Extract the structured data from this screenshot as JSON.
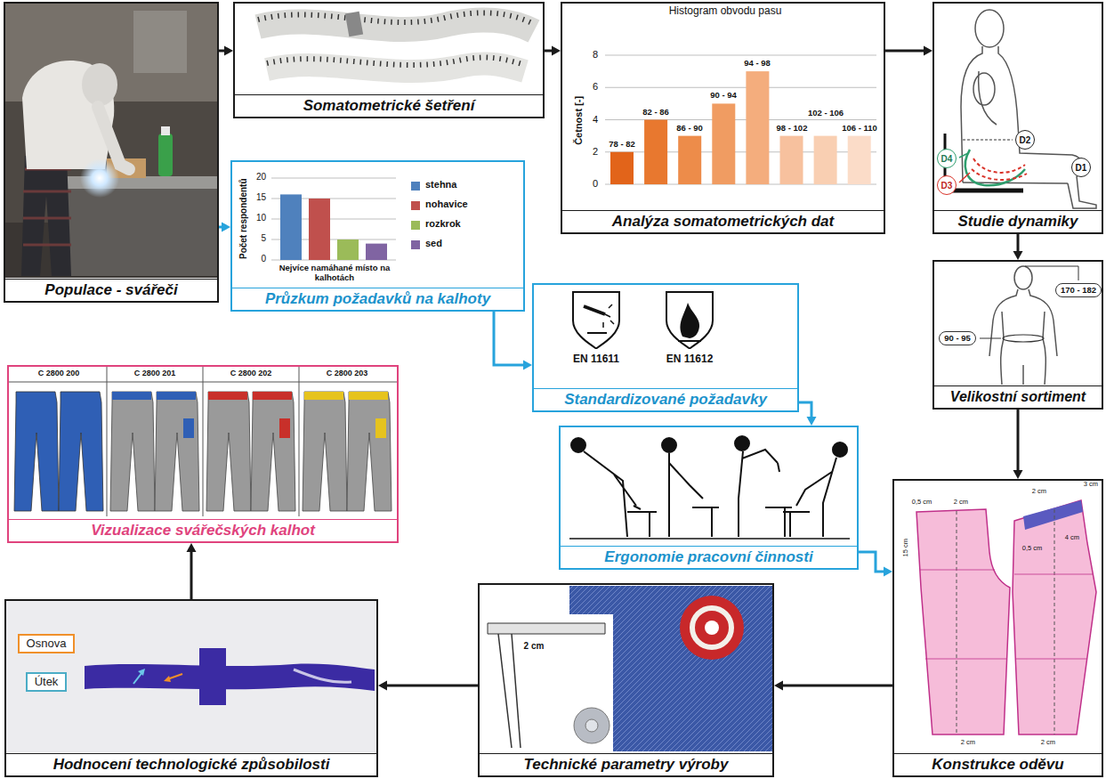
{
  "diagram": {
    "nodes": [
      {
        "text": [
          "Populace - svářeči"
        ]
      },
      {
        "text": [
          "Somatometrické šetření"
        ]
      },
      {
        "text": [
          "Analýza somatometrických dat"
        ]
      },
      {
        "text": [
          "Studie dynamiky"
        ]
      },
      {
        "text": [
          "D2"
        ],
        "in": 3
      },
      {
        "text": [
          "D4"
        ],
        "in": 3
      },
      {
        "text": [
          "D1"
        ],
        "in": 3
      },
      {
        "text": [
          "D3"
        ],
        "in": 3
      },
      {
        "text": [
          "Průzkum požadavků na kalhoty"
        ]
      },
      {
        "text": [
          "Standardizované požadavky"
        ]
      },
      {
        "text": [
          "Velikostní sortiment"
        ]
      },
      {
        "text": [
          "170 - 182"
        ],
        "in": 10
      },
      {
        "text": [
          "90 - 95"
        ],
        "in": 10
      },
      {
        "text": [
          "Ergonomie pracovní činnosti"
        ]
      },
      {
        "text": [
          "Konstrukce oděvu"
        ]
      },
      {
        "text": [
          "Vizualizace svářečských kalhot"
        ]
      },
      {
        "text": [
          "Hodnocení technologické způsobilosti"
        ]
      },
      {
        "text": [
          "Osnova"
        ],
        "in": 16
      },
      {
        "text": [
          "Útek"
        ],
        "in": 16
      },
      {
        "text": [
          "Technické parametry výroby"
        ]
      }
    ],
    "edges": [
      {
        "from": 0,
        "to": 1,
        "arrow": "to"
      },
      {
        "from": 1,
        "to": 2,
        "arrow": "to"
      },
      {
        "from": 2,
        "to": 3,
        "arrow": "to"
      },
      {
        "from": 3,
        "to": 10,
        "arrow": "to"
      },
      {
        "from": 10,
        "to": 14,
        "arrow": "to"
      },
      {
        "from": 0,
        "to": 8,
        "arrow": "to"
      },
      {
        "from": 8,
        "to": 9,
        "arrow": "to"
      },
      {
        "from": 9,
        "to": 13,
        "arrow": "to"
      },
      {
        "from": 13,
        "to": 14,
        "arrow": "to"
      },
      {
        "from": 14,
        "to": 19,
        "arrow": "to"
      },
      {
        "from": 19,
        "to": 16,
        "arrow": "to"
      },
      {
        "from": 16,
        "to": 15,
        "arrow": "to"
      }
    ],
    "labels": [
      "Histogram obvodu pasu",
      "Četnost [-]",
      "8",
      "6",
      "4",
      "2",
      "0",
      "78 - 82",
      "82 - 86",
      "86 - 90",
      "90 - 94",
      "94 - 98",
      "98 - 102",
      "102 - 106",
      "106 - 110",
      "20",
      "15",
      "10",
      "5",
      "0",
      "Počet respondentů",
      "Nejvíce namáhané místo na kalhotách",
      "EN 11611",
      "EN 11612",
      "C 2800 200",
      "C 2800 201",
      "C 2800 202",
      "C 2800 203",
      "0,5 cm",
      "2 cm",
      "15 cm",
      "2 cm",
      "2 cm",
      "3 cm",
      "0,5 cm",
      "4 cm",
      "2 cm",
      "2 cm"
    ],
    "legend": [
      {
        "text": "stehna",
        "color": "#4f81bd"
      },
      {
        "text": "nohavice",
        "color": "#c0504d"
      },
      {
        "text": "rozkrok",
        "color": "#9bbb59"
      },
      {
        "text": "sed",
        "color": "#8064a2"
      }
    ]
  }
}
